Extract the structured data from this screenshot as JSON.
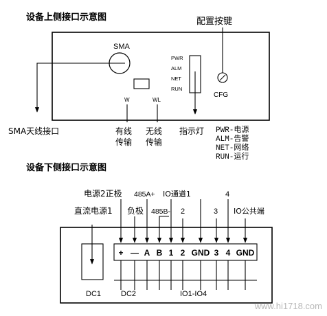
{
  "top": {
    "section_title": "设备上侧接口示意图",
    "sma_label": "SMA",
    "cfg_button_label": "配置按键",
    "cfg_label": "CFG",
    "led_labels": [
      "PWR",
      "ALM",
      "NET",
      "RUN"
    ],
    "w_label": "W",
    "wl_label": "WL",
    "sma_port_label": "SMA天线接口",
    "wired_label_1": "有线",
    "wired_label_2": "传输",
    "wireless_label_1": "无线",
    "wireless_label_2": "传输",
    "indicator_label": "指示灯",
    "legend": [
      "PWR-电源",
      "ALM-告警",
      "NET-网络",
      "RUN-运行"
    ]
  },
  "bottom": {
    "section_title": "设备下侧接口示意图",
    "callouts": {
      "power2_pos": "电源2正极",
      "rs485a": "485A+",
      "io_channel1": "IO通道1",
      "ch4": "4",
      "dc_power1": "直流电源1",
      "neg": "负极",
      "rs485b": "485B-",
      "ch2": "2",
      "ch3": "3",
      "io_common": "IO公共端"
    },
    "terminals": [
      "+",
      "—",
      "A",
      "B",
      "1",
      "2",
      "GND",
      "3",
      "4",
      "GND"
    ],
    "dc1_label": "DC1",
    "dc2_label": "DC2",
    "io_label": "IO1-IO4"
  },
  "watermark": "www.hi1718.com"
}
